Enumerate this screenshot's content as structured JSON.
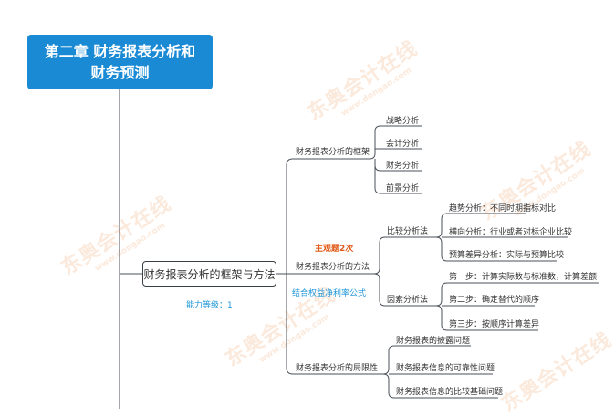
{
  "title": {
    "line1": "第二章 财务报表分析和",
    "line2": "财务预测"
  },
  "main_topic": "财务报表分析的框架与方法",
  "ability_level": "能力等级：1",
  "subtopics": {
    "framework": {
      "label": "财务报表分析的框架",
      "children": [
        "战略分析",
        "会计分析",
        "财务分析",
        "前景分析"
      ]
    },
    "method": {
      "label": "财务报表分析的方法",
      "note_above": "主观题2次",
      "note_below": "结合权益净利率公式",
      "comparison": {
        "label": "比较分析法",
        "children": [
          "趋势分析：不同时期指标对比",
          "横向分析：行业或者对标企业比较",
          "预算差异分析：实际与预算比较"
        ]
      },
      "factor": {
        "label": "因素分析法",
        "children": [
          "第一步：计算实际数与标准数，计算差额",
          "第二步：确定替代的顺序",
          "第三步：按顺序计算差异"
        ]
      }
    },
    "limitations": {
      "label": "财务报表分析的局限性",
      "children": [
        "财务报表的披露问题",
        "财务报表信息的可靠性问题",
        "财务报表信息的比较基础问题"
      ]
    }
  },
  "watermark": {
    "brand": "东奥会计在线",
    "url": "www.dongao.com"
  },
  "colors": {
    "title_bg": "#1a8ad4",
    "line": "#4a5058",
    "orange": "#e05a19",
    "blue": "#1e96d8"
  }
}
